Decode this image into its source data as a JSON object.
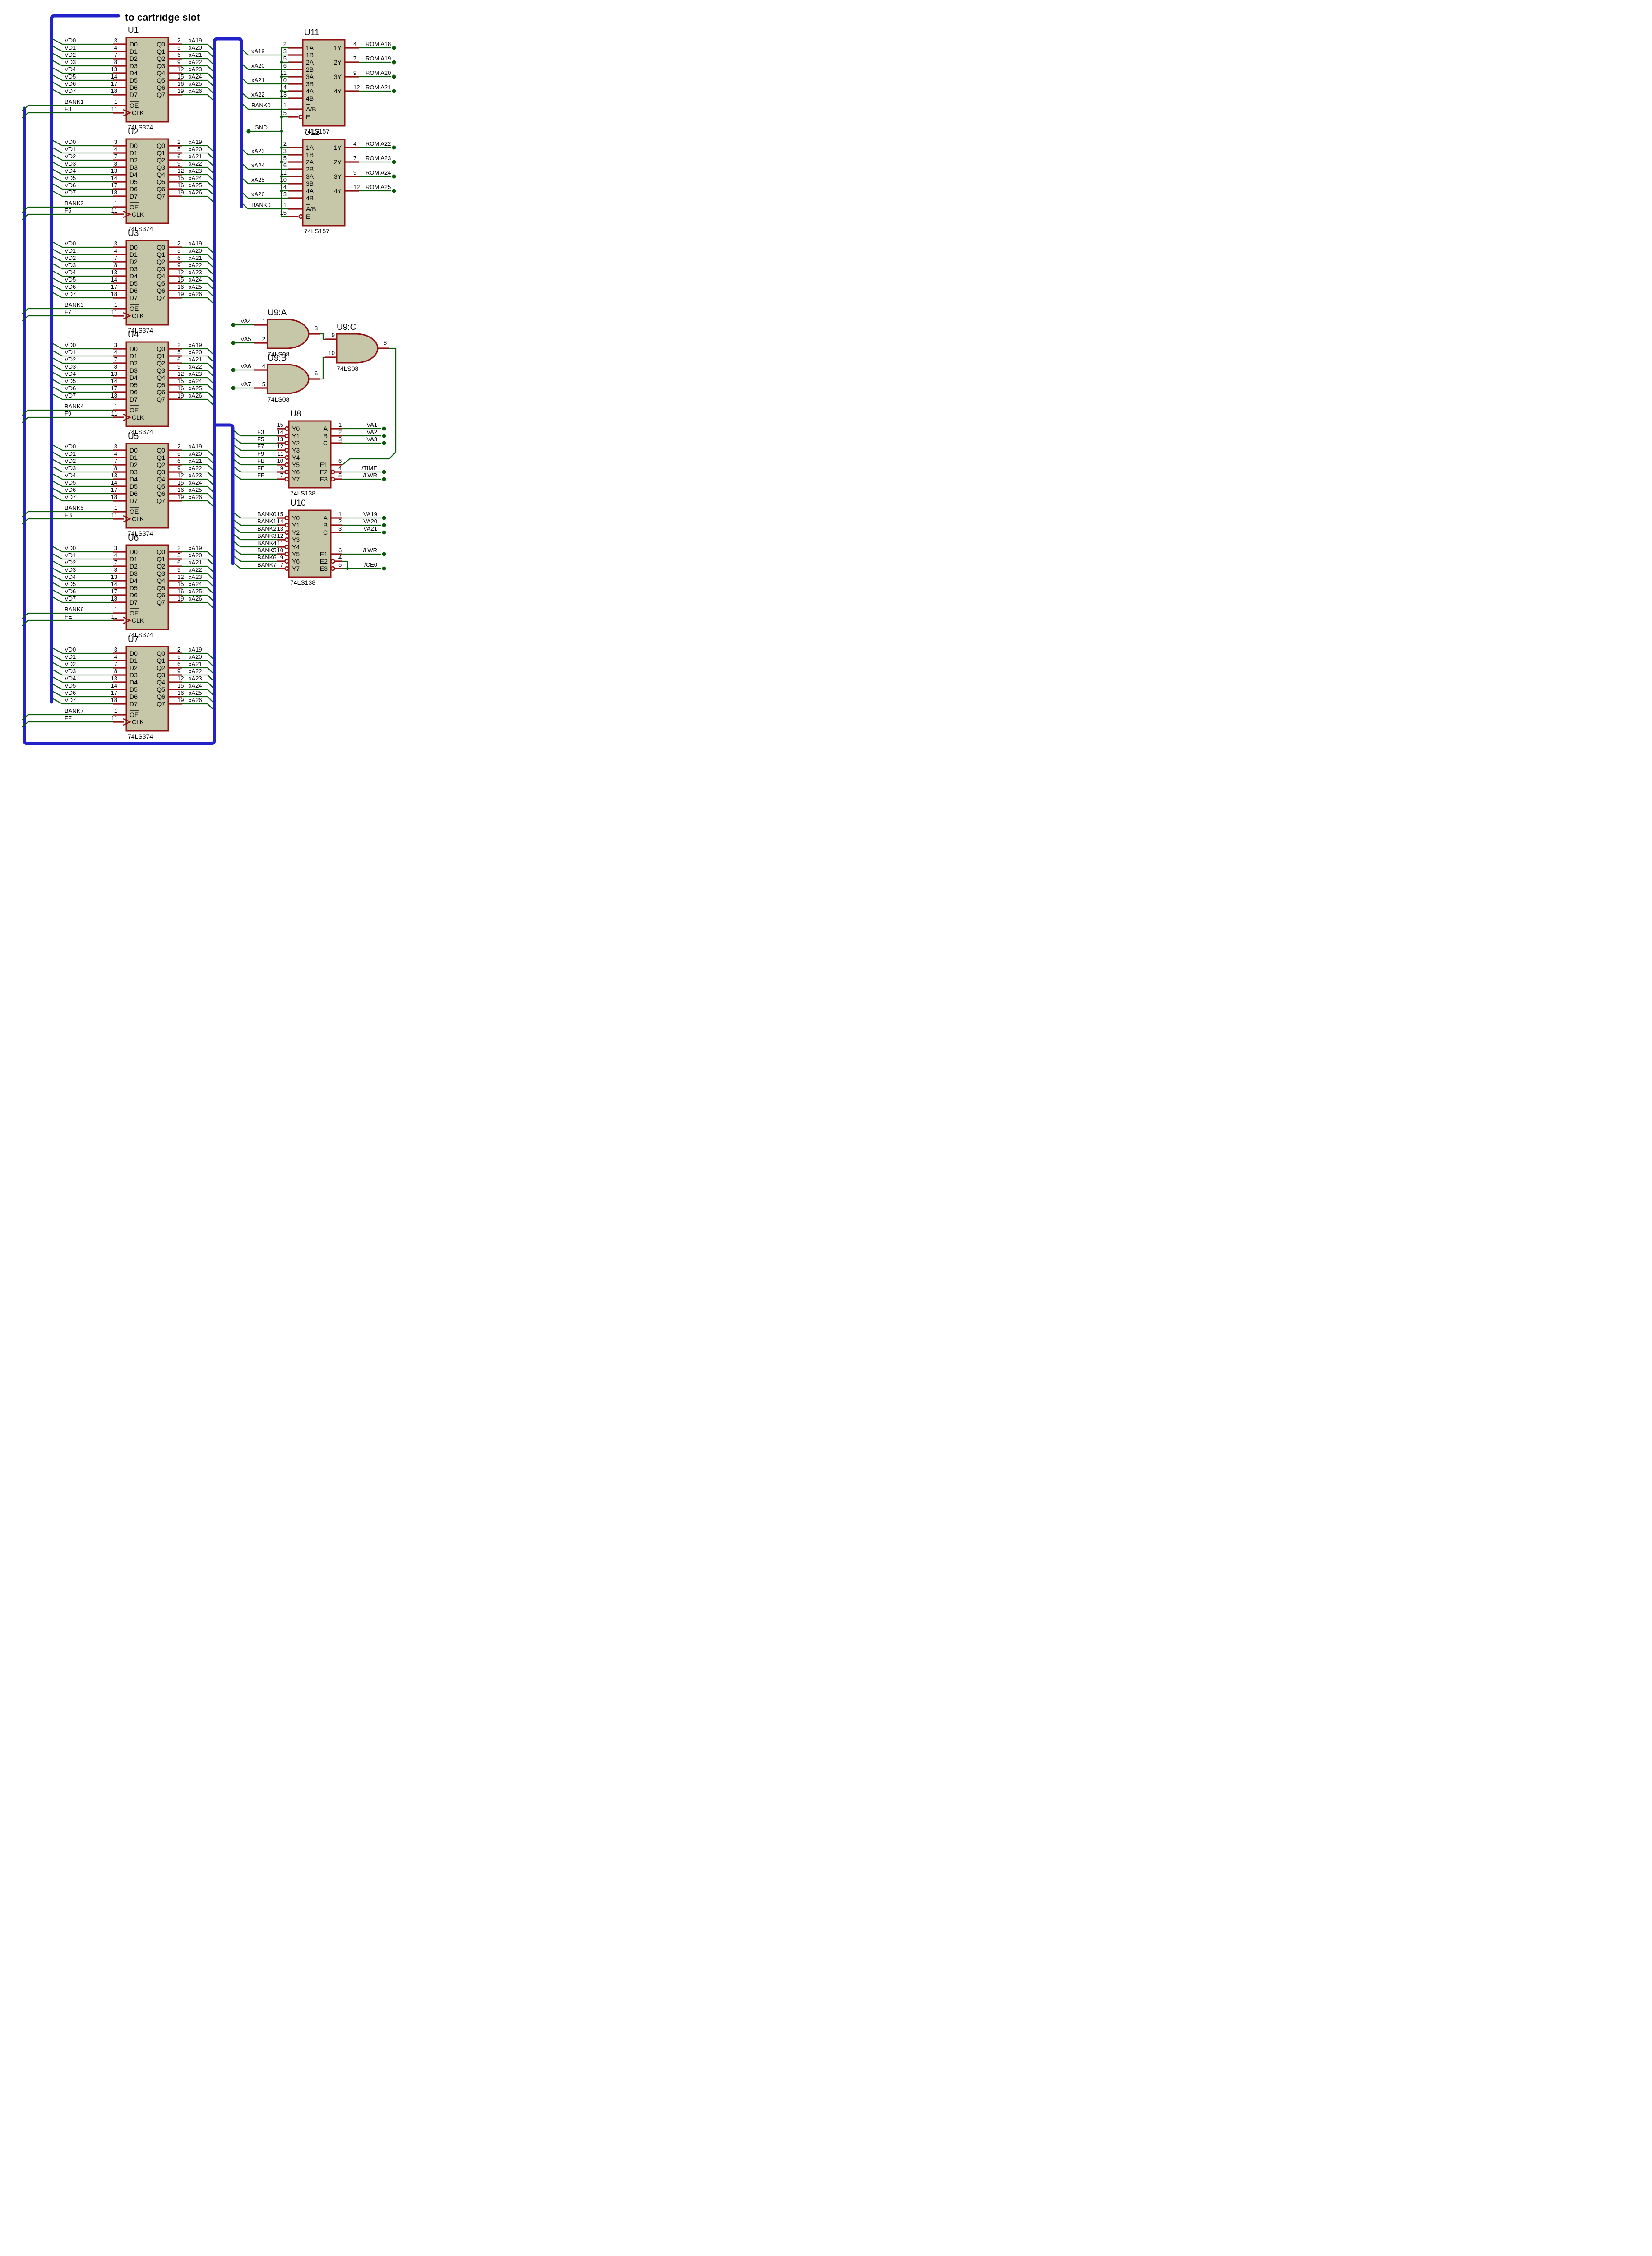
{
  "banner": "to cartridge slot",
  "colors": {
    "background": "#FFFFFF",
    "bus_blue": "#2222CC",
    "wire_green": "#0A5A0A",
    "pin_red": "#8F1111",
    "chip_fill": "#C6C6A8",
    "chip_border": "#8F1111",
    "text": "#000000"
  },
  "nets": {
    "data_bus": [
      "VD0",
      "VD1",
      "VD2",
      "VD3",
      "VD4",
      "VD5",
      "VD6",
      "VD7"
    ],
    "address_out": [
      "xA19",
      "xA20",
      "xA21",
      "xA22",
      "xA23",
      "xA24",
      "xA25",
      "xA26"
    ],
    "gnd": "GND"
  },
  "latches": {
    "part": "74LS374",
    "d_labels": [
      "D0",
      "D1",
      "D2",
      "D3",
      "D4",
      "D5",
      "D6",
      "D7"
    ],
    "d_pins": [
      "3",
      "4",
      "7",
      "8",
      "13",
      "14",
      "17",
      "18"
    ],
    "q_labels": [
      "Q0",
      "Q1",
      "Q2",
      "Q3",
      "Q4",
      "Q5",
      "Q6",
      "Q7"
    ],
    "q_pins": [
      "2",
      "5",
      "6",
      "9",
      "12",
      "15",
      "16",
      "19"
    ],
    "oe_label": "OE",
    "oe_pin": "1",
    "clk_label": "CLK",
    "clk_pin": "11",
    "chips": [
      {
        "ref": "U1",
        "oe_net": "BANK1",
        "clk_net": "F3"
      },
      {
        "ref": "U2",
        "oe_net": "BANK2",
        "clk_net": "F5"
      },
      {
        "ref": "U3",
        "oe_net": "BANK3",
        "clk_net": "F7"
      },
      {
        "ref": "U4",
        "oe_net": "BANK4",
        "clk_net": "F9"
      },
      {
        "ref": "U5",
        "oe_net": "BANK5",
        "clk_net": "FB"
      },
      {
        "ref": "U6",
        "oe_net": "BANK6",
        "clk_net": "FE"
      },
      {
        "ref": "U7",
        "oe_net": "BANK7",
        "clk_net": "FF"
      }
    ]
  },
  "muxes": {
    "part": "74LS157",
    "left_labels": [
      "1A",
      "1B",
      "2A",
      "2B",
      "3A",
      "3B",
      "4A",
      "4B"
    ],
    "left_pins": [
      "2",
      "3",
      "5",
      "6",
      "11",
      "10",
      "14",
      "13"
    ],
    "select_label": "A/B",
    "select_pin": "1",
    "enable_label": "E",
    "enable_pin": "15",
    "y_labels": [
      "1Y",
      "2Y",
      "3Y",
      "4Y"
    ],
    "y_pins": [
      "4",
      "7",
      "9",
      "12"
    ],
    "chips": [
      {
        "ref": "U11",
        "b_nets": [
          "xA19",
          "xA20",
          "xA21",
          "xA22"
        ],
        "select_net": "BANK0",
        "out_nets": [
          "ROM A18",
          "ROM A19",
          "ROM A20",
          "ROM A21"
        ]
      },
      {
        "ref": "U12",
        "b_nets": [
          "xA23",
          "xA24",
          "xA25",
          "xA26"
        ],
        "select_net": "BANK0",
        "out_nets": [
          "ROM A22",
          "ROM A23",
          "ROM A24",
          "ROM A25"
        ]
      }
    ]
  },
  "gates": {
    "part": "74LS08",
    "chips": [
      {
        "ref": "U9:A",
        "inputs": [
          {
            "pin": "1",
            "net": "VA4"
          },
          {
            "pin": "2",
            "net": "VA5"
          }
        ],
        "out_pin": "3"
      },
      {
        "ref": "U9:B",
        "inputs": [
          {
            "pin": "4",
            "net": "VA6"
          },
          {
            "pin": "5",
            "net": "VA7"
          }
        ],
        "out_pin": "6"
      },
      {
        "ref": "U9:C",
        "in_pins": [
          "9",
          "10"
        ],
        "out_pin": "8"
      }
    ]
  },
  "decoders": {
    "part": "74LS138",
    "y_labels": [
      "Y0",
      "Y1",
      "Y2",
      "Y3",
      "Y4",
      "Y5",
      "Y6",
      "Y7"
    ],
    "y_pins": [
      "15",
      "14",
      "13",
      "12",
      "11",
      "10",
      "9",
      "7"
    ],
    "abc_labels": [
      "A",
      "B",
      "C"
    ],
    "abc_pins": [
      "1",
      "2",
      "3"
    ],
    "e_labels": [
      "E1",
      "E2",
      "E3"
    ],
    "e_pins": [
      "6",
      "4",
      "5"
    ],
    "chips": [
      {
        "ref": "U8",
        "y_nets": [
          null,
          "F3",
          "F5",
          "F7",
          "F9",
          "FB",
          "FE",
          "FF"
        ],
        "abc_nets": [
          "VA1",
          "VA2",
          "VA3"
        ],
        "e_nets": [
          null,
          "/TIME",
          "/LWR"
        ]
      },
      {
        "ref": "U10",
        "y_nets": [
          "BANK0",
          "BANK1",
          "BANK2",
          "BANK3",
          "BANK4",
          "BANK5",
          "BANK6",
          "BANK7"
        ],
        "abc_nets": [
          "VA19",
          "VA20",
          "VA21"
        ],
        "e_nets": [
          "/LWR",
          null,
          "/CE0"
        ]
      }
    ]
  }
}
